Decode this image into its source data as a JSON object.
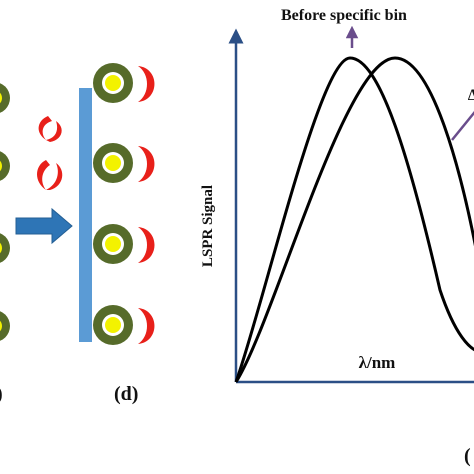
{
  "labels": {
    "annotation": "Before specific bin",
    "ylabel": "LSPR Signal",
    "xlabel": "λ/nm",
    "panel_d": "(d)",
    "panel_left_partial": ")",
    "panel_right_partial": "("
  },
  "colors": {
    "nanoparticle_shell": "#566b2a",
    "nanoparticle_core": "#f3f200",
    "ring": "#ffffff",
    "analyte": "#e8201a",
    "substrate": "#5b9bd5",
    "arrow": "#2e75b6",
    "axis": "#2b4f86",
    "annotation_arrow": "#6a4d8c",
    "curve": "#000000"
  },
  "icons": {
    "process_arrow": "right-arrow-icon",
    "annotation_arrow": "up-arrow-icon"
  }
}
